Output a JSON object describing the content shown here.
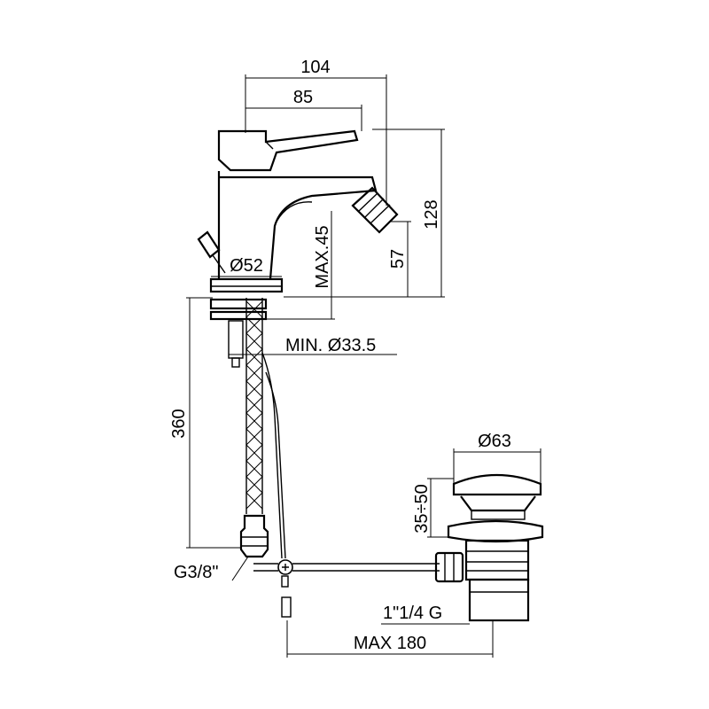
{
  "dimensions": {
    "width_total": "104",
    "width_lever": "85",
    "height_total": "128",
    "spout_height": "57",
    "max_deck": "MAX.45",
    "base_diameter": "Ø52",
    "hole_diameter": "MIN. Ø33.5",
    "hose_length": "360",
    "hose_thread": "G3/8\"",
    "waste_diameter": "Ø63",
    "waste_height": "35÷50",
    "waste_thread": "1\"1/4 G",
    "rod_length": "MAX 180"
  }
}
